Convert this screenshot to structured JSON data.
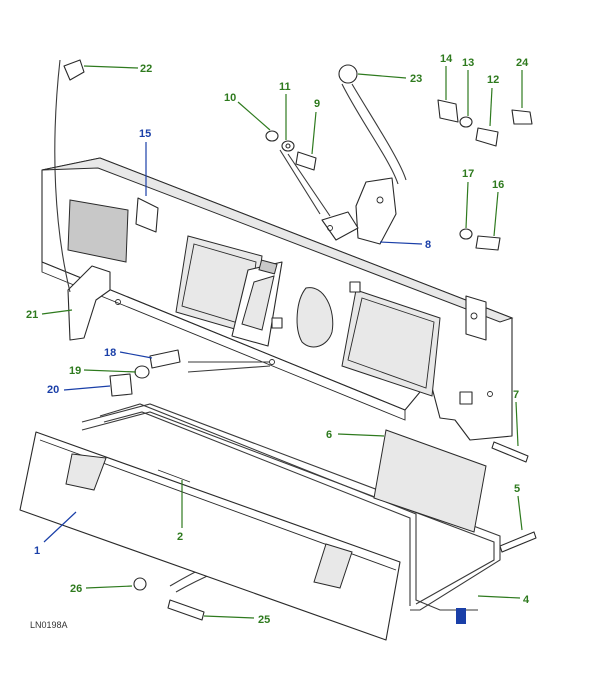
{
  "diagram": {
    "reference": "LN0198A",
    "callouts": [
      {
        "id": "c1",
        "label": "1",
        "color": "#1a3fa8"
      },
      {
        "id": "c2",
        "label": "2",
        "color": "#2e7a1e"
      },
      {
        "id": "c4",
        "label": "4",
        "color": "#2e7a1e"
      },
      {
        "id": "c5",
        "label": "5",
        "color": "#2e7a1e"
      },
      {
        "id": "c6",
        "label": "6",
        "color": "#2e7a1e"
      },
      {
        "id": "c7",
        "label": "7",
        "color": "#2e7a1e"
      },
      {
        "id": "c8",
        "label": "8",
        "color": "#1a3fa8"
      },
      {
        "id": "c9",
        "label": "9",
        "color": "#2e7a1e"
      },
      {
        "id": "c10",
        "label": "10",
        "color": "#2e7a1e"
      },
      {
        "id": "c11",
        "label": "11",
        "color": "#2e7a1e"
      },
      {
        "id": "c12",
        "label": "12",
        "color": "#2e7a1e"
      },
      {
        "id": "c13",
        "label": "13",
        "color": "#2e7a1e"
      },
      {
        "id": "c14",
        "label": "14",
        "color": "#2e7a1e"
      },
      {
        "id": "c15",
        "label": "15",
        "color": "#1a3fa8"
      },
      {
        "id": "c16",
        "label": "16",
        "color": "#2e7a1e"
      },
      {
        "id": "c17",
        "label": "17",
        "color": "#2e7a1e"
      },
      {
        "id": "c18",
        "label": "18",
        "color": "#1a3fa8"
      },
      {
        "id": "c19",
        "label": "19",
        "color": "#2e7a1e"
      },
      {
        "id": "c20",
        "label": "20",
        "color": "#1a3fa8"
      },
      {
        "id": "c21",
        "label": "21",
        "color": "#2e7a1e"
      },
      {
        "id": "c22",
        "label": "22",
        "color": "#2e7a1e"
      },
      {
        "id": "c23",
        "label": "23",
        "color": "#2e7a1e"
      },
      {
        "id": "c24",
        "label": "24",
        "color": "#2e7a1e"
      },
      {
        "id": "c25",
        "label": "25",
        "color": "#2e7a1e"
      },
      {
        "id": "c26",
        "label": "26",
        "color": "#2e7a1e"
      }
    ]
  }
}
